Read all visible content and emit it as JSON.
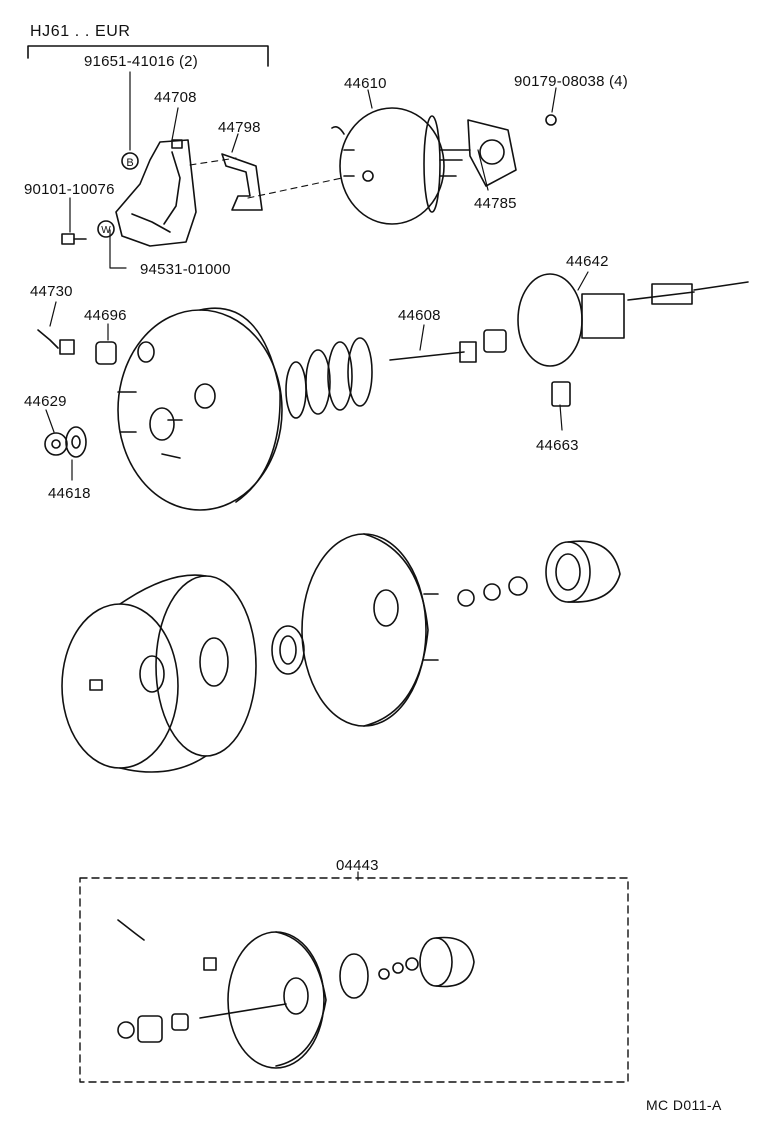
{
  "header": {
    "model": "HJ61 . . EUR"
  },
  "footer": {
    "code": "MC  D011-A"
  },
  "symbols": {
    "b": "B",
    "w": "W"
  },
  "parts": {
    "p91651": "91651-41016 (2)",
    "p44708": "44708",
    "p44798": "44798",
    "p44610": "44610",
    "p90179": "90179-08038 (4)",
    "p90101": "90101-10076",
    "p44785": "44785",
    "p94531": "94531-01000",
    "p44642": "44642",
    "p44730": "44730",
    "p44696": "44696",
    "p44608": "44608",
    "p44629": "44629",
    "p44663": "44663",
    "p44618": "44618",
    "p04443": "04443"
  }
}
